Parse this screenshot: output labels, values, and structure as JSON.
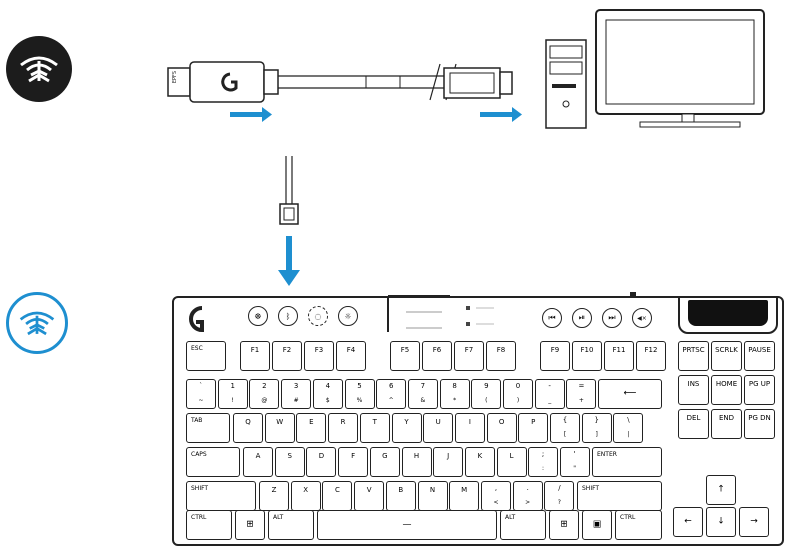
{
  "cable": {
    "connector_label": "EPFS"
  },
  "keyboard": {
    "fn_row": [
      "ESC",
      "F1",
      "F2",
      "F3",
      "F4",
      "F5",
      "F6",
      "F7",
      "F8",
      "F9",
      "F10",
      "F11",
      "F12"
    ],
    "nav_keys": [
      [
        "PRTSC",
        "SCRLK",
        "PAUSE"
      ],
      [
        "INS",
        "HOME",
        "PG UP"
      ],
      [
        "DEL",
        "END",
        "PG DN"
      ]
    ],
    "number_row": [
      {
        "top": "`",
        "sub": "~"
      },
      {
        "top": "1",
        "sub": "!"
      },
      {
        "top": "2",
        "sub": "@"
      },
      {
        "top": "3",
        "sub": "#"
      },
      {
        "top": "4",
        "sub": "$"
      },
      {
        "top": "5",
        "sub": "%"
      },
      {
        "top": "6",
        "sub": "^"
      },
      {
        "top": "7",
        "sub": "&"
      },
      {
        "top": "8",
        "sub": "*"
      },
      {
        "top": "9",
        "sub": "("
      },
      {
        "top": "0",
        "sub": ")"
      },
      {
        "top": "-",
        "sub": "_"
      },
      {
        "top": "=",
        "sub": "+"
      }
    ],
    "backspace": "⟵",
    "tab": "TAB",
    "row_q": [
      "Q",
      "W",
      "E",
      "R",
      "T",
      "Y",
      "U",
      "I",
      "O",
      "P"
    ],
    "row_q_extra": [
      {
        "top": "{",
        "sub": "["
      },
      {
        "top": "}",
        "sub": "]"
      },
      {
        "top": "\\",
        "sub": "|"
      }
    ],
    "caps": "CAPS",
    "row_a": [
      "A",
      "S",
      "D",
      "F",
      "G",
      "H",
      "J",
      "K",
      "L"
    ],
    "row_a_extra": [
      {
        "top": ";",
        "sub": ":"
      },
      {
        "top": "'",
        "sub": "\""
      }
    ],
    "enter": "ENTER",
    "shift_left": "SHIFT",
    "row_z": [
      "Z",
      "X",
      "C",
      "V",
      "B",
      "N",
      "M"
    ],
    "row_z_extra": [
      {
        "top": ",",
        "sub": "<"
      },
      {
        "top": ".",
        "sub": ">"
      },
      {
        "top": "/",
        "sub": "?"
      }
    ],
    "shift_right": "SHIFT",
    "ctrl_left": "CTRL",
    "alt_left": "ALT",
    "space": "—",
    "alt_right": "ALT",
    "ctrl_right": "CTRL",
    "arrows": {
      "up": "↑",
      "left": "←",
      "down": "↓",
      "right": "→"
    },
    "media": [
      "⏮",
      "⏯",
      "⏭",
      "◀×"
    ],
    "top_buttons": [
      "lightspeed",
      "bluetooth",
      "game-mode",
      "brightness"
    ]
  },
  "colors": {
    "arrow_blue": "#1e8fd0",
    "icon_dark": "#1c1c1c",
    "icon_ring": "#1e8fd0"
  }
}
